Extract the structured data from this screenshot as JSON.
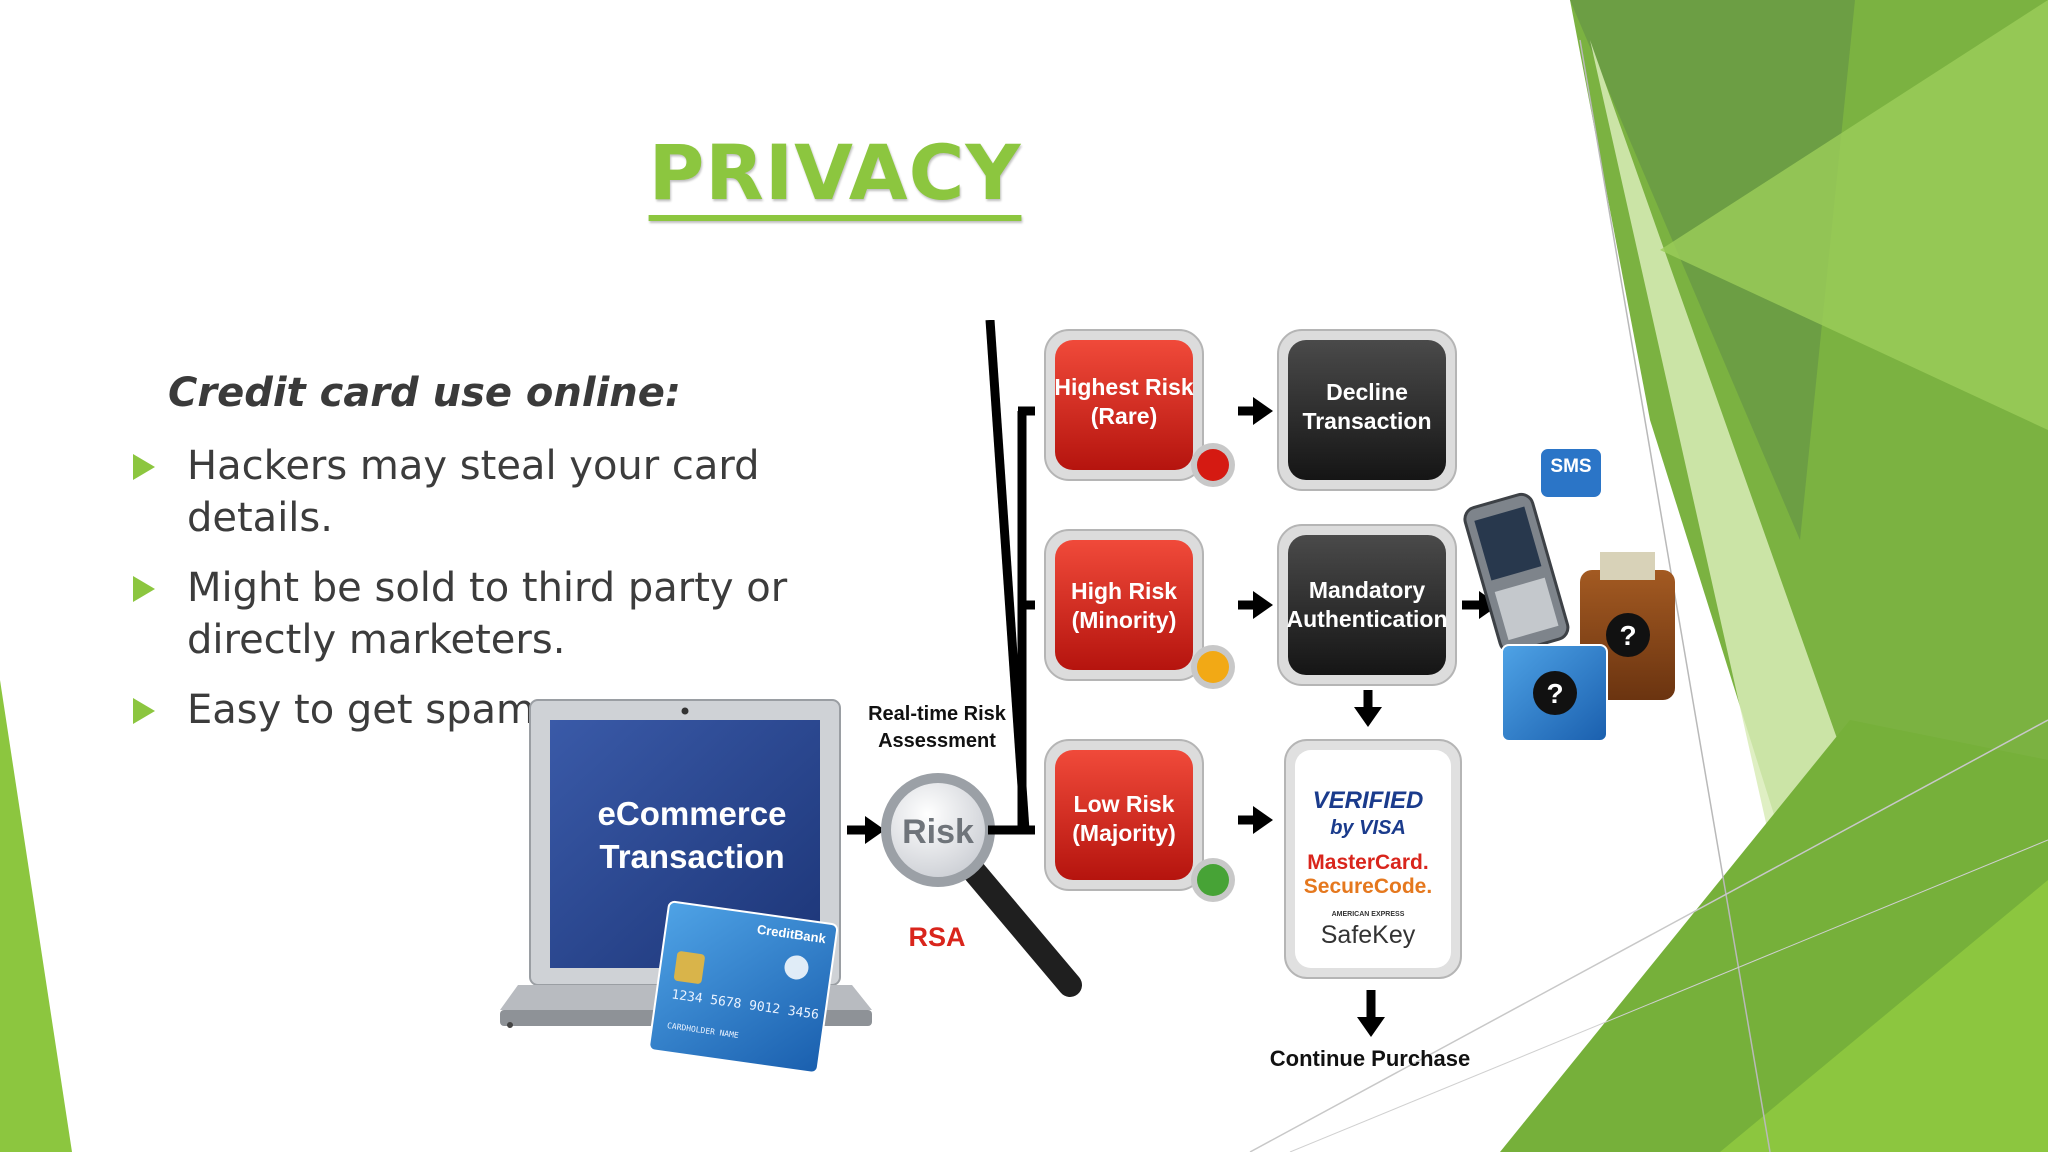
{
  "slide": {
    "title": "PRIVACY",
    "subtitle": "Credit card use online:",
    "bullets": [
      {
        "line1": "Hackers may steal your card",
        "line2": "details."
      },
      {
        "line1": "Might be sold to third party or",
        "line2": "directly marketers."
      },
      {
        "line1": "Easy to get spam.",
        "line2": ""
      }
    ],
    "accent_color": "#8cc63f",
    "bullet_icon": "triangle-bullet-icon"
  },
  "diagram": {
    "laptop": {
      "line1": "eCommerce",
      "line2": "Transaction"
    },
    "card": {
      "bank": "CreditBank",
      "number": "1234 5678 9012 3456",
      "holder": "CARDHOLDER NAME"
    },
    "assessment": {
      "line1": "Real-time Risk",
      "line2": "Assessment"
    },
    "magnifier_label": "Risk",
    "rsa_logo": "RSA",
    "risk_levels": [
      {
        "line1": "Highest Risk",
        "line2": "(Rare)",
        "light": "red"
      },
      {
        "line1": "High Risk",
        "line2": "(Minority)",
        "light": "amber"
      },
      {
        "line1": "Low Risk",
        "line2": "(Majority)",
        "light": "green"
      }
    ],
    "actions": [
      {
        "line1": "Decline",
        "line2": "Transaction"
      },
      {
        "line1": "Mandatory",
        "line2": "Authentication"
      }
    ],
    "secure_logos": {
      "visa_line1": "VERIFIED",
      "visa_line2": "by VISA",
      "mc_line1": "MasterCard.",
      "mc_line2": "SecureCode.",
      "amex_small": "AMERICAN EXPRESS",
      "amex": "SafeKey"
    },
    "sms_label": "SMS",
    "continue_label": "Continue Purchase"
  }
}
